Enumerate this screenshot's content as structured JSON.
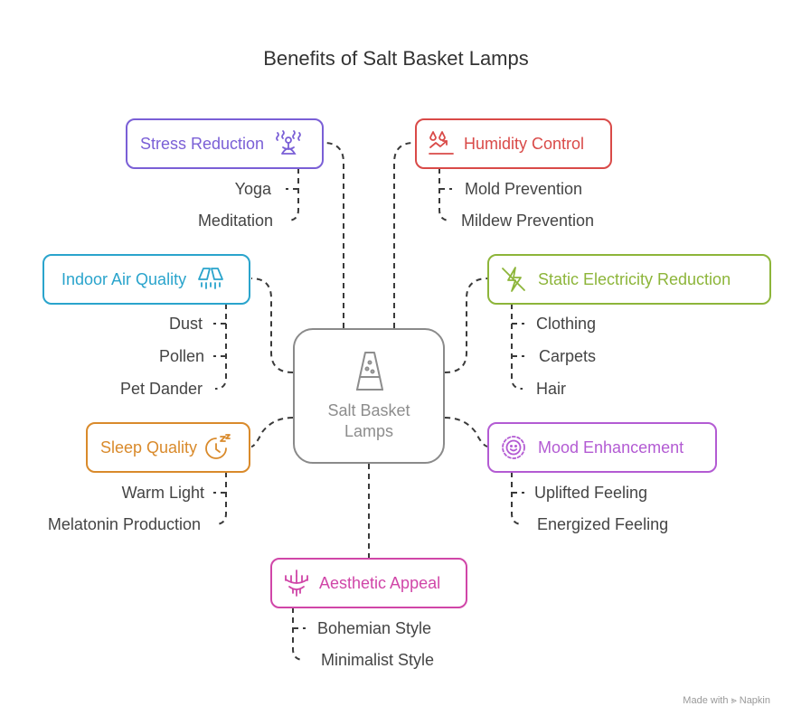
{
  "title": "Benefits of Salt Basket Lamps",
  "center": {
    "line1": "Salt Basket",
    "line2": "Lamps",
    "icon": "lamp-icon"
  },
  "colors": {
    "stress": "#7a5fd6",
    "humidity": "#d94a48",
    "air": "#2aa4cc",
    "static": "#8db53a",
    "sleep": "#d98a2b",
    "mood": "#b35bd3",
    "aesthetic": "#d046a8",
    "center": "#8a8a8a"
  },
  "nodes": {
    "stress": {
      "label": "Stress Reduction",
      "icon": "meditation-icon",
      "items": [
        "Yoga",
        "Meditation"
      ]
    },
    "humidity": {
      "label": "Humidity Control",
      "icon": "water-drops-icon",
      "items": [
        "Mold Prevention",
        "Mildew Prevention"
      ]
    },
    "air": {
      "label": "Indoor Air Quality",
      "icon": "air-purifier-icon",
      "items": [
        "Dust",
        "Pollen",
        "Pet Dander"
      ]
    },
    "static": {
      "label": "Static Electricity Reduction",
      "icon": "lightning-off-icon",
      "items": [
        "Clothing",
        "Carpets",
        "Hair"
      ]
    },
    "sleep": {
      "label": "Sleep Quality",
      "icon": "sleep-icon",
      "items": [
        "Warm Light",
        "Melatonin Production"
      ]
    },
    "mood": {
      "label": "Mood Enhancement",
      "icon": "smiley-icon",
      "items": [
        "Uplifted Feeling",
        "Energized Feeling"
      ]
    },
    "aesthetic": {
      "label": "Aesthetic Appeal",
      "icon": "chandelier-icon",
      "items": [
        "Bohemian Style",
        "Minimalist Style"
      ]
    }
  },
  "footer": "Made with ⪢ Napkin"
}
